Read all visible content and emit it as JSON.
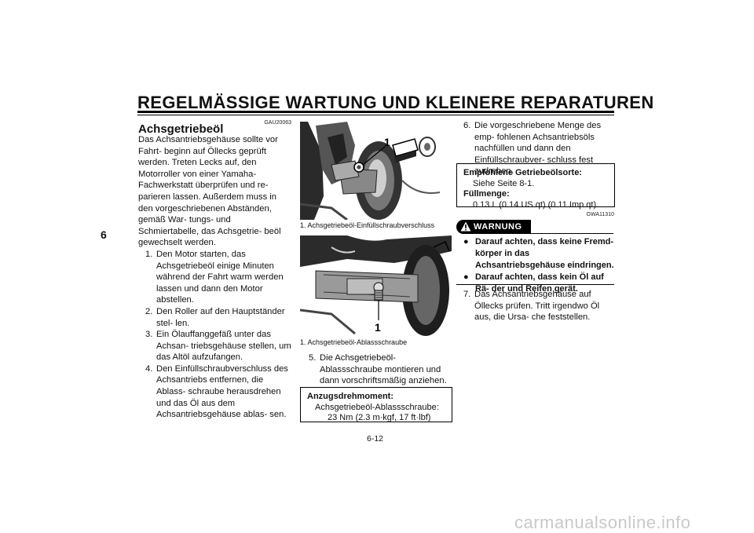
{
  "header": {
    "title": "REGELMÄSSIGE WARTUNG UND KLEINERE REPARATUREN"
  },
  "chapter_tab": "6",
  "section": {
    "code": "GAU20063",
    "title": "Achsgetriebeöl",
    "intro": "Das Achsantriebsgehäuse sollte vor Fahrt- beginn auf Öllecks geprüft werden. Treten Lecks auf, den Motorroller von einer Yamaha-Fachwerkstatt überprüfen und re- parieren lassen. Außerdem muss in den vorgeschriebenen Abständen, gemäß War- tungs- und Schmiertabelle, das Achsgetrie- beöl gewechselt werden."
  },
  "steps_left": [
    {
      "num": "1.",
      "text": "Den Motor starten, das Achsgetriebeöl einige Minuten während der Fahrt warm werden lassen und dann den Motor abstellen."
    },
    {
      "num": "2.",
      "text": "Den Roller auf den Hauptständer stel- len."
    },
    {
      "num": "3.",
      "text": "Ein Ölauffanggefäß unter das Achsan- triebsgehäuse stellen, um das Altöl aufzufangen."
    },
    {
      "num": "4.",
      "text": "Den Einfüllschraubverschluss des Achsantriebs entfernen, die Ablass- schraube herausdrehen und das Öl aus dem Achsantriebsgehäuse ablas- sen."
    }
  ],
  "figure1": {
    "callout": "1",
    "caption": "1.  Achsgetriebeöl-Einfüllschraubverschluss"
  },
  "figure2": {
    "callout": "1",
    "caption": "1.  Achsgetriebeöl-Ablassschraube"
  },
  "step5": {
    "num": "5.",
    "text": "Die Achsgetriebeöl-Ablassschraube montieren und dann vorschriftsmäßig anziehen."
  },
  "torque_box": {
    "label": "Anzugsdrehmoment:",
    "line1": "Achsgetriebeöl-Ablassschraube:",
    "line2": "23 Nm (2.3 m·kgf, 17 ft·lbf)"
  },
  "step6": {
    "num": "6.",
    "text": "Die vorgeschriebene Menge des emp- fohlenen Achsantriebsöls nachfüllen und dann den Einfüllschraubver- schluss fest zudrehen."
  },
  "oil_box": {
    "label1": "Empfohlene Getriebeölsorte:",
    "value1": "Siehe Seite 8-1.",
    "label2": "Füllmenge:",
    "value2": "0.13 L (0.14 US qt) (0.11 Imp.qt)"
  },
  "warning": {
    "code": "GWA11310",
    "badge": "WARNUNG",
    "bullet_glyph": "●",
    "items": [
      "Darauf achten, dass keine Fremd- körper in das Achsantriebsgehäuse eindringen.",
      "Darauf achten, dass kein Öl auf Rä- der und Reifen gerät."
    ]
  },
  "step7": {
    "num": "7.",
    "text": "Das Achsantriebsgehäuse auf Öllecks prüfen. Tritt irgendwo Öl aus, die Ursa- che feststellen."
  },
  "page_number": "6-12",
  "watermark": "carmanualsonline.info"
}
